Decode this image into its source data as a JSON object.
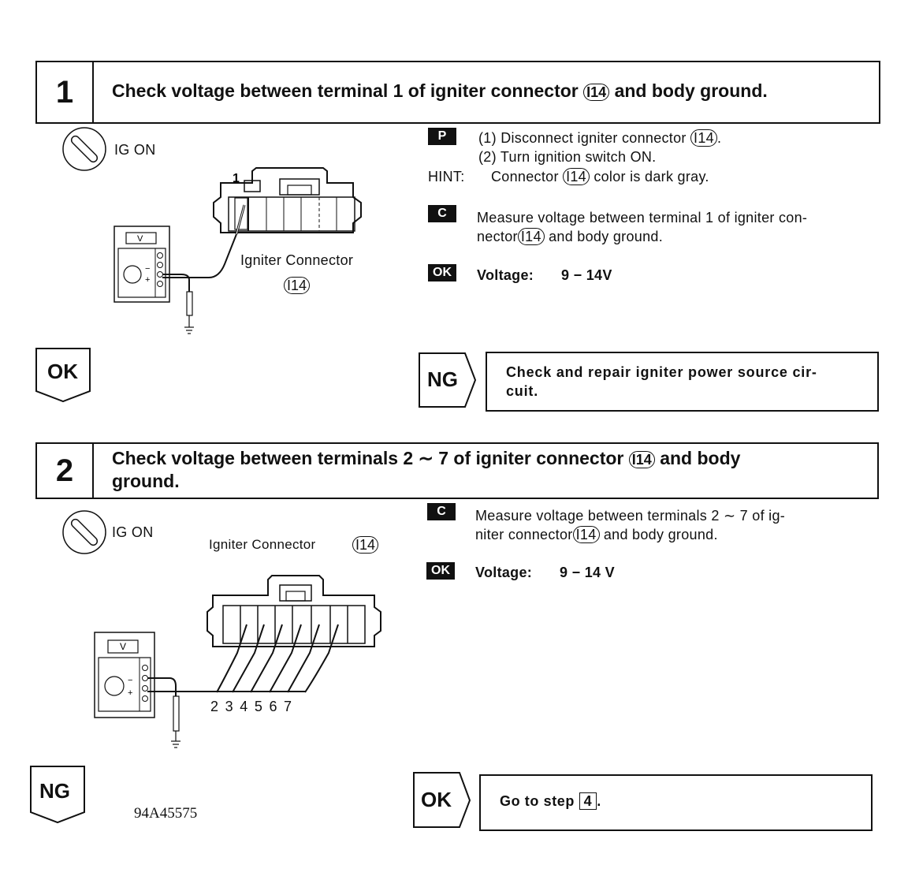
{
  "step1": {
    "number": "1",
    "title_pre": "Check voltage between terminal 1 of igniter connector",
    "title_ref": "I14",
    "title_post": "and body ground.",
    "ig_label": "IG ON",
    "meter_label": "V",
    "terminal_label": "1",
    "connector_caption": "Igniter Connector",
    "connector_ref": "I14",
    "p_badge": "P",
    "p_line1_pre": "(1) Disconnect igniter connector",
    "p_line1_ref": "I14",
    "p_line1_post": ".",
    "p_line2": "(2) Turn ignition switch ON.",
    "hint_label": "HINT:",
    "hint_pre": "Connector",
    "hint_ref": "I14",
    "hint_post": "color is dark gray.",
    "c_badge": "C",
    "c_line1": "Measure voltage between terminal 1 of igniter con-",
    "c_line2_pre": "nector",
    "c_line2_ref": "I14",
    "c_line2_post": "and body ground.",
    "ok_badge": "OK",
    "ok_label": "Voltage:",
    "ok_value": "9 − 14V",
    "ok_arrow": "OK",
    "ng_arrow": "NG",
    "ng_text_line1": "Check and repair igniter power source cir-",
    "ng_text_line2": "cuit."
  },
  "step2": {
    "number": "2",
    "title_line1_pre": "Check voltage between terminals 2 ∼ 7 of igniter connector",
    "title_ref": "I14",
    "title_line1_post": "and body",
    "title_line2": "ground.",
    "ig_label": "IG ON",
    "connector_caption": "Igniter Connector",
    "connector_ref": "I14",
    "meter_label": "V",
    "terminal_labels": "2 3 4 5 6 7",
    "c_badge": "C",
    "c_line1": "Measure voltage between terminals 2 ∼ 7 of ig-",
    "c_line2_pre": "niter connector",
    "c_line2_ref": "I14",
    "c_line2_post": "and body ground.",
    "ok_badge": "OK",
    "ok_label": "Voltage:",
    "ok_value": "9 − 14 V",
    "ng_arrow": "NG",
    "ok_arrow": "OK",
    "goto_pre": "Go to step",
    "goto_ref": "4",
    "goto_post": "."
  },
  "figure_code": "94A45575"
}
